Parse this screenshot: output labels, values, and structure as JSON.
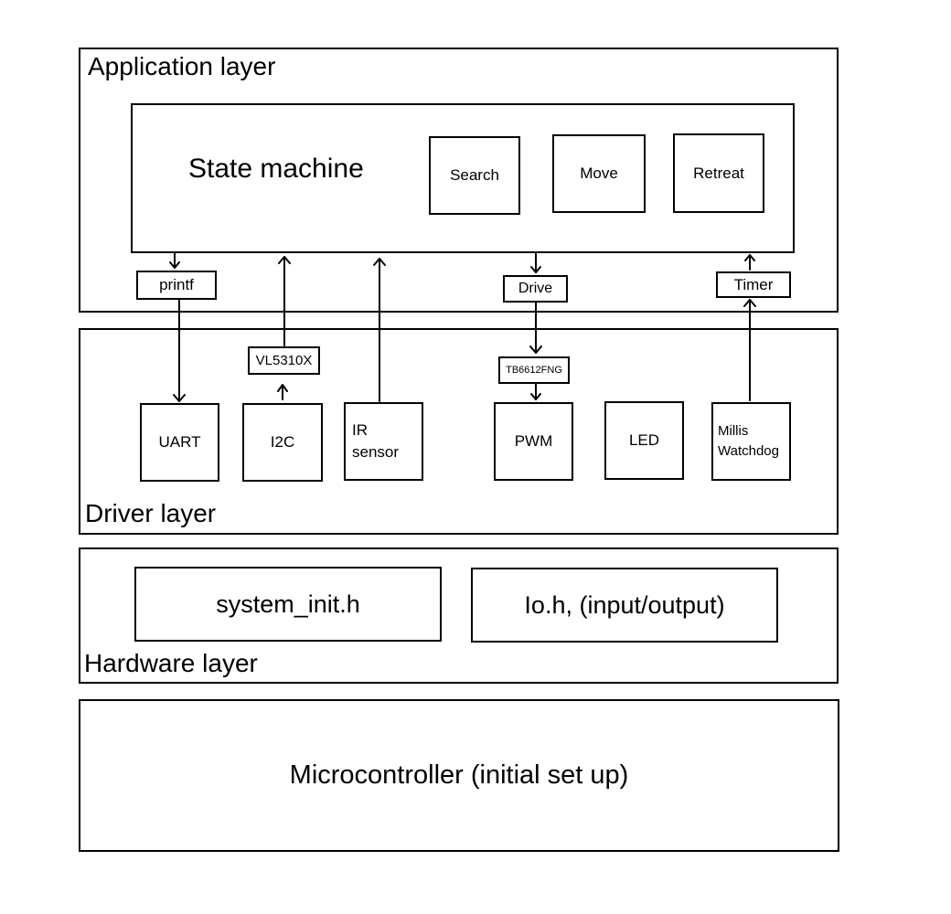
{
  "layers": {
    "application": "Application layer",
    "driver": "Driver layer",
    "hardware": "Hardware layer",
    "microcontroller": "Microcontroller (initial set up)"
  },
  "state_machine": {
    "title": "State machine",
    "states": [
      "Search",
      "Move",
      "Retreat"
    ]
  },
  "interfaces": {
    "printf": "printf",
    "drive": "Drive",
    "timer": "Timer",
    "vl5310x": "VL5310X",
    "tb6612fng": "TB6612FNG"
  },
  "drivers": {
    "uart": "UART",
    "i2c": "I2C",
    "ir_sensor": "IR\nsensor",
    "pwm": "PWM",
    "led": "LED",
    "millis_watchdog": "Millis\nWatchdog"
  },
  "hardware": {
    "system_init": "system_init.h",
    "io": "Io.h, (input/output)"
  }
}
